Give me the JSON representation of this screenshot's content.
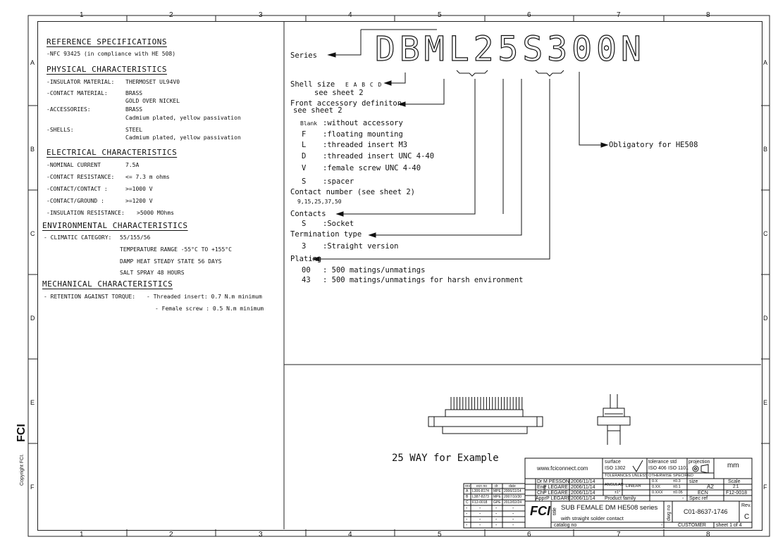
{
  "zones_top": [
    "1",
    "2",
    "3",
    "4",
    "5",
    "6",
    "7",
    "8"
  ],
  "zones_side": [
    "A",
    "B",
    "C",
    "D",
    "E",
    "F"
  ],
  "left": {
    "ref_title": "REFERENCE SPECIFICATIONS",
    "ref_line": "-NFC 93425 (in compliance with HE 508)",
    "phys_title": "PHYSICAL CHARACTERISTICS",
    "phys": [
      {
        "k": "-INSULATOR MATERIAL:",
        "v": "THERMOSET UL94V0"
      },
      {
        "k": "-CONTACT MATERIAL:",
        "v": "BRASS"
      },
      {
        "k": "",
        "v": "GOLD OVER NICKEL"
      },
      {
        "k": "-ACCESSORIES:",
        "v": "BRASS"
      },
      {
        "k": "",
        "v": "Cadmium plated, yellow passivation"
      },
      {
        "k": "-SHELLS:",
        "v": "STEEL"
      },
      {
        "k": "",
        "v": "Cadmium plated, yellow passivation"
      }
    ],
    "elec_title": "ELECTRICAL CHARACTERISTICS",
    "elec": [
      {
        "k": "-NOMINAL CURRENT",
        "v": "7.5A"
      },
      {
        "k": "-CONTACT RESISTANCE:",
        "v": "<= 7.3 m ohms"
      },
      {
        "k": "-CONTACT/CONTACT :",
        "v": ">=1000 V"
      },
      {
        "k": "-CONTACT/GROUND :",
        "v": ">=1200 V"
      },
      {
        "k": "-INSULATION RESISTANCE:",
        "v": ">5000 MOhms"
      }
    ],
    "env_title": "ENVIRONMENTAL CHARACTERISTICS",
    "env_k": "- CLIMATIC CATEGORY:",
    "env": [
      "55/155/56",
      "TEMPERATURE RANGE -55°C TO +155°C",
      "DAMP HEAT STEADY STATE 56 DAYS",
      "SALT SPRAY 48 HOURS"
    ],
    "mech_title": "MECHANICAL CHARACTERISTICS",
    "mech_k": "- RETENTION AGAINST TORQUE:",
    "mech": [
      "- Threaded insert: 0.7 N.m minimum",
      "- Female screw : 0.5 N.m minimum"
    ]
  },
  "code": {
    "part": "DBML25S300N",
    "series": "Series",
    "shell_size": "Shell size",
    "shell_letters": "E A B C D",
    "see2a": "see sheet 2",
    "front": "Front accessory definiton",
    "see2b": "see sheet 2",
    "front_opts": [
      {
        "k": "Blank",
        "v": ":without accessory"
      },
      {
        "k": "F",
        "v": ":floating mounting"
      },
      {
        "k": "L",
        "v": ":threaded insert M3"
      },
      {
        "k": "D",
        "v": ":threaded insert UNC 4-40"
      },
      {
        "k": "V",
        "v": ":female screw UNC 4-40"
      },
      {
        "k": "S",
        "v": ":spacer"
      }
    ],
    "contact_number": "Contact number (see sheet 2)",
    "contact_values": "9,15,25,37,50",
    "contacts": "Contacts",
    "contacts_s": "S",
    "contacts_v": ":Socket",
    "termination": "Termination type",
    "term_k": "3",
    "term_v": ":Straight version",
    "plating": "Plating",
    "plating_opts": [
      {
        "k": "00",
        "v": ": 500 matings/unmatings"
      },
      {
        "k": "43",
        "v": ": 500 matings/unmatings    for harsh environment"
      }
    ],
    "obligatory": "Obligatory for HE508"
  },
  "example": "25 WAY for Example",
  "title_block": {
    "website": "www.fciconnect.com",
    "surface": "surface",
    "iso1302": "ISO 1302",
    "tolerance": "tolerance std",
    "iso406": "ISO 406",
    "iso1101": "ISO 1101",
    "projection": "projection",
    "unit": "mm",
    "tol_note": "TOLERANCES UNLESS OTHERWISE SPECIFIED",
    "people": [
      {
        "role": "Dr",
        "name": "M PESSON",
        "date": "2006/11/14"
      },
      {
        "role": "Eng",
        "name": "P LEGARE",
        "date": "2006/11/14"
      },
      {
        "role": "Chr",
        "name": "P LEGARE",
        "date": "2006/11/14"
      },
      {
        "role": "Appr",
        "name": "P LEGARE",
        "date": "2006/11/14"
      }
    ],
    "angular": "ANGULAR",
    "linear": "LINEAR",
    "tol_a": "0.X",
    "tol_a2": "±0.3",
    "tol_b": "0.XX",
    "tol_b2": "±0.1",
    "tol_c": "0.XXX",
    "tol_c2": "±0.05",
    "tol_d": "±1°",
    "size_label": "size",
    "size": "A2",
    "scale_label": "Scale",
    "scale": "2:1",
    "ecn_label": "ECN",
    "ecn": "F12-0018",
    "product_family": "Product family",
    "spec_ref": "Spec ref",
    "title_label": "title",
    "title1": "SUB FEMALE DM HE508 series",
    "title2": "with straight solder contact",
    "catalog": "catalog no",
    "dwg_label": "dwg no",
    "dwg": "C01-8637-1746",
    "rev_label": "Rev.",
    "rev": "C",
    "customer": "CUSTOMER",
    "sheet": "sheet 1 of 4",
    "rev_head": [
      "rev",
      "ecn no",
      "dr",
      "date"
    ],
    "revisions": [
      {
        "rev": "A",
        "ecn": "L306-8174",
        "dr": "MPE",
        "date": "2006/11/14"
      },
      {
        "rev": "B",
        "ecn": "L387-8273",
        "dr": "MPE",
        "date": "2007/10/30"
      },
      {
        "rev": "C",
        "ecn": "F12-0018",
        "dr": "GPE",
        "date": "2012/02/24"
      }
    ],
    "dash": "-"
  },
  "side_text": "Copyright FCI.",
  "logo": "FCI"
}
